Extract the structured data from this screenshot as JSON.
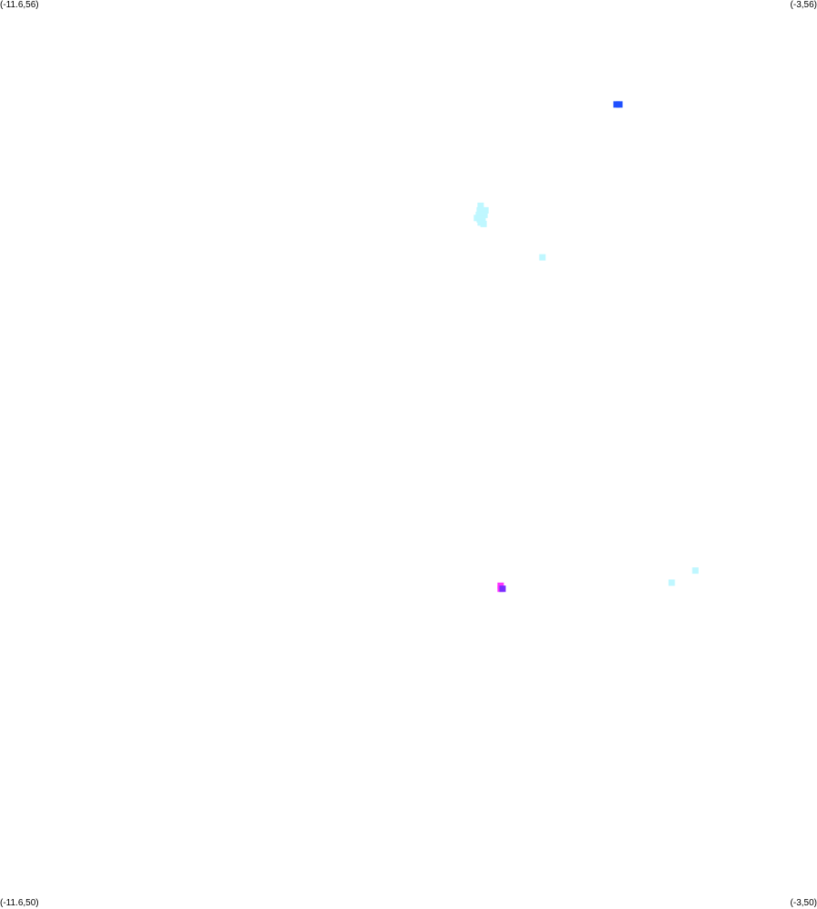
{
  "map": {
    "corners": {
      "top_left": "(-11.6,56)",
      "top_right": "(-3,56)",
      "bottom_left": "(-11.6,50)",
      "bottom_right": "(-3,50)"
    },
    "extent": {
      "lon_min": -11.6,
      "lon_max": -3,
      "lat_min": 50,
      "lat_max": 56
    },
    "background_color": "#ffffff",
    "point_groups": [
      {
        "color": "#1f4fff",
        "points": [
          {
            "lon": -5.11,
            "lat": 55.31
          },
          {
            "lon": -5.08,
            "lat": 55.31
          }
        ]
      },
      {
        "color": "#bff7ff",
        "points": [
          {
            "lon": -6.54,
            "lat": 54.64
          },
          {
            "lon": -6.55,
            "lat": 54.61
          },
          {
            "lon": -6.52,
            "lat": 54.6
          },
          {
            "lon": -6.49,
            "lat": 54.61
          },
          {
            "lon": -6.56,
            "lat": 54.58
          },
          {
            "lon": -6.53,
            "lat": 54.57
          },
          {
            "lon": -6.5,
            "lat": 54.58
          },
          {
            "lon": -6.58,
            "lat": 54.56
          },
          {
            "lon": -6.55,
            "lat": 54.55
          },
          {
            "lon": -6.52,
            "lat": 54.55
          },
          {
            "lon": -6.54,
            "lat": 54.53
          },
          {
            "lon": -6.51,
            "lat": 54.52
          },
          {
            "lon": -5.89,
            "lat": 54.3
          },
          {
            "lon": -4.28,
            "lat": 52.23
          },
          {
            "lon": -4.53,
            "lat": 52.15
          }
        ]
      },
      {
        "color": "#ff33ff",
        "points": [
          {
            "lon": -6.33,
            "lat": 52.13
          },
          {
            "lon": -6.33,
            "lat": 52.11
          }
        ]
      },
      {
        "color": "#7a2cff",
        "points": [
          {
            "lon": -6.31,
            "lat": 52.11
          }
        ]
      }
    ]
  }
}
